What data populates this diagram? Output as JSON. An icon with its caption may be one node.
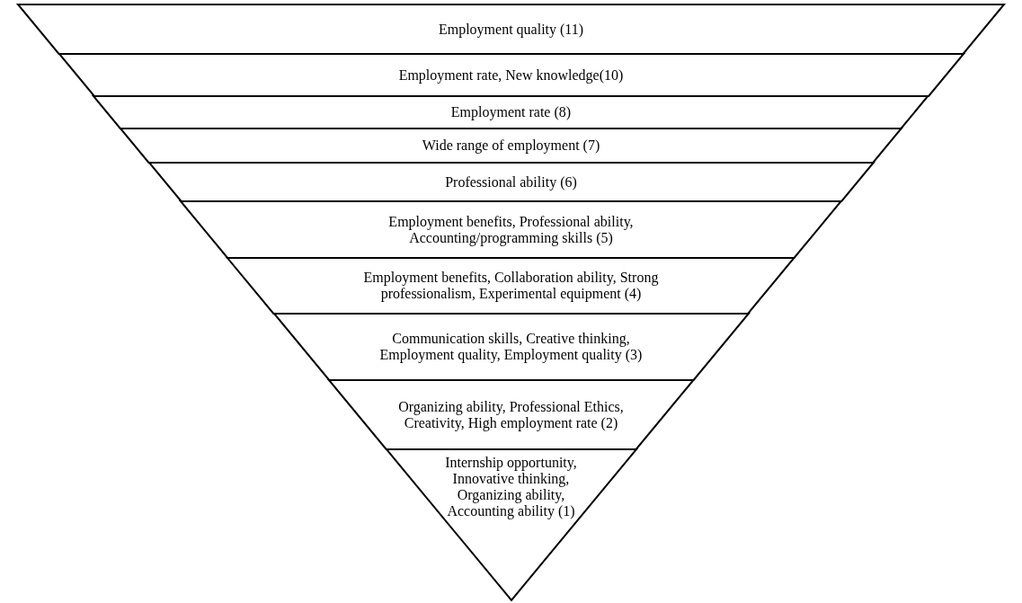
{
  "diagram": {
    "nodes": [
      {
        "text": [
          "Employment quality (11)"
        ]
      },
      {
        "text": [
          "Employment rate, New knowledge(10)"
        ]
      },
      {
        "text": [
          "Employment rate (8)"
        ]
      },
      {
        "text": [
          "Wide range of employment (7)"
        ]
      },
      {
        "text": [
          "Professional ability (6)"
        ]
      },
      {
        "text": [
          "Employment benefits, Professional ability, Accounting/programming skills (5)"
        ]
      },
      {
        "text": [
          "Employment benefits, Collaboration ability, Strong professionalism, Experimental equipment (4)"
        ]
      },
      {
        "text": [
          "Communication skills, Creative thinking, Employment quality, Employment quality (3)"
        ]
      },
      {
        "text": [
          "Organizing ability, Professional Ethics, Creativity, High employment rate (2)"
        ]
      },
      {
        "text": [
          "Internship opportunity, Innovative thinking, Organizing ability, Accounting ability (1)"
        ]
      }
    ]
  }
}
